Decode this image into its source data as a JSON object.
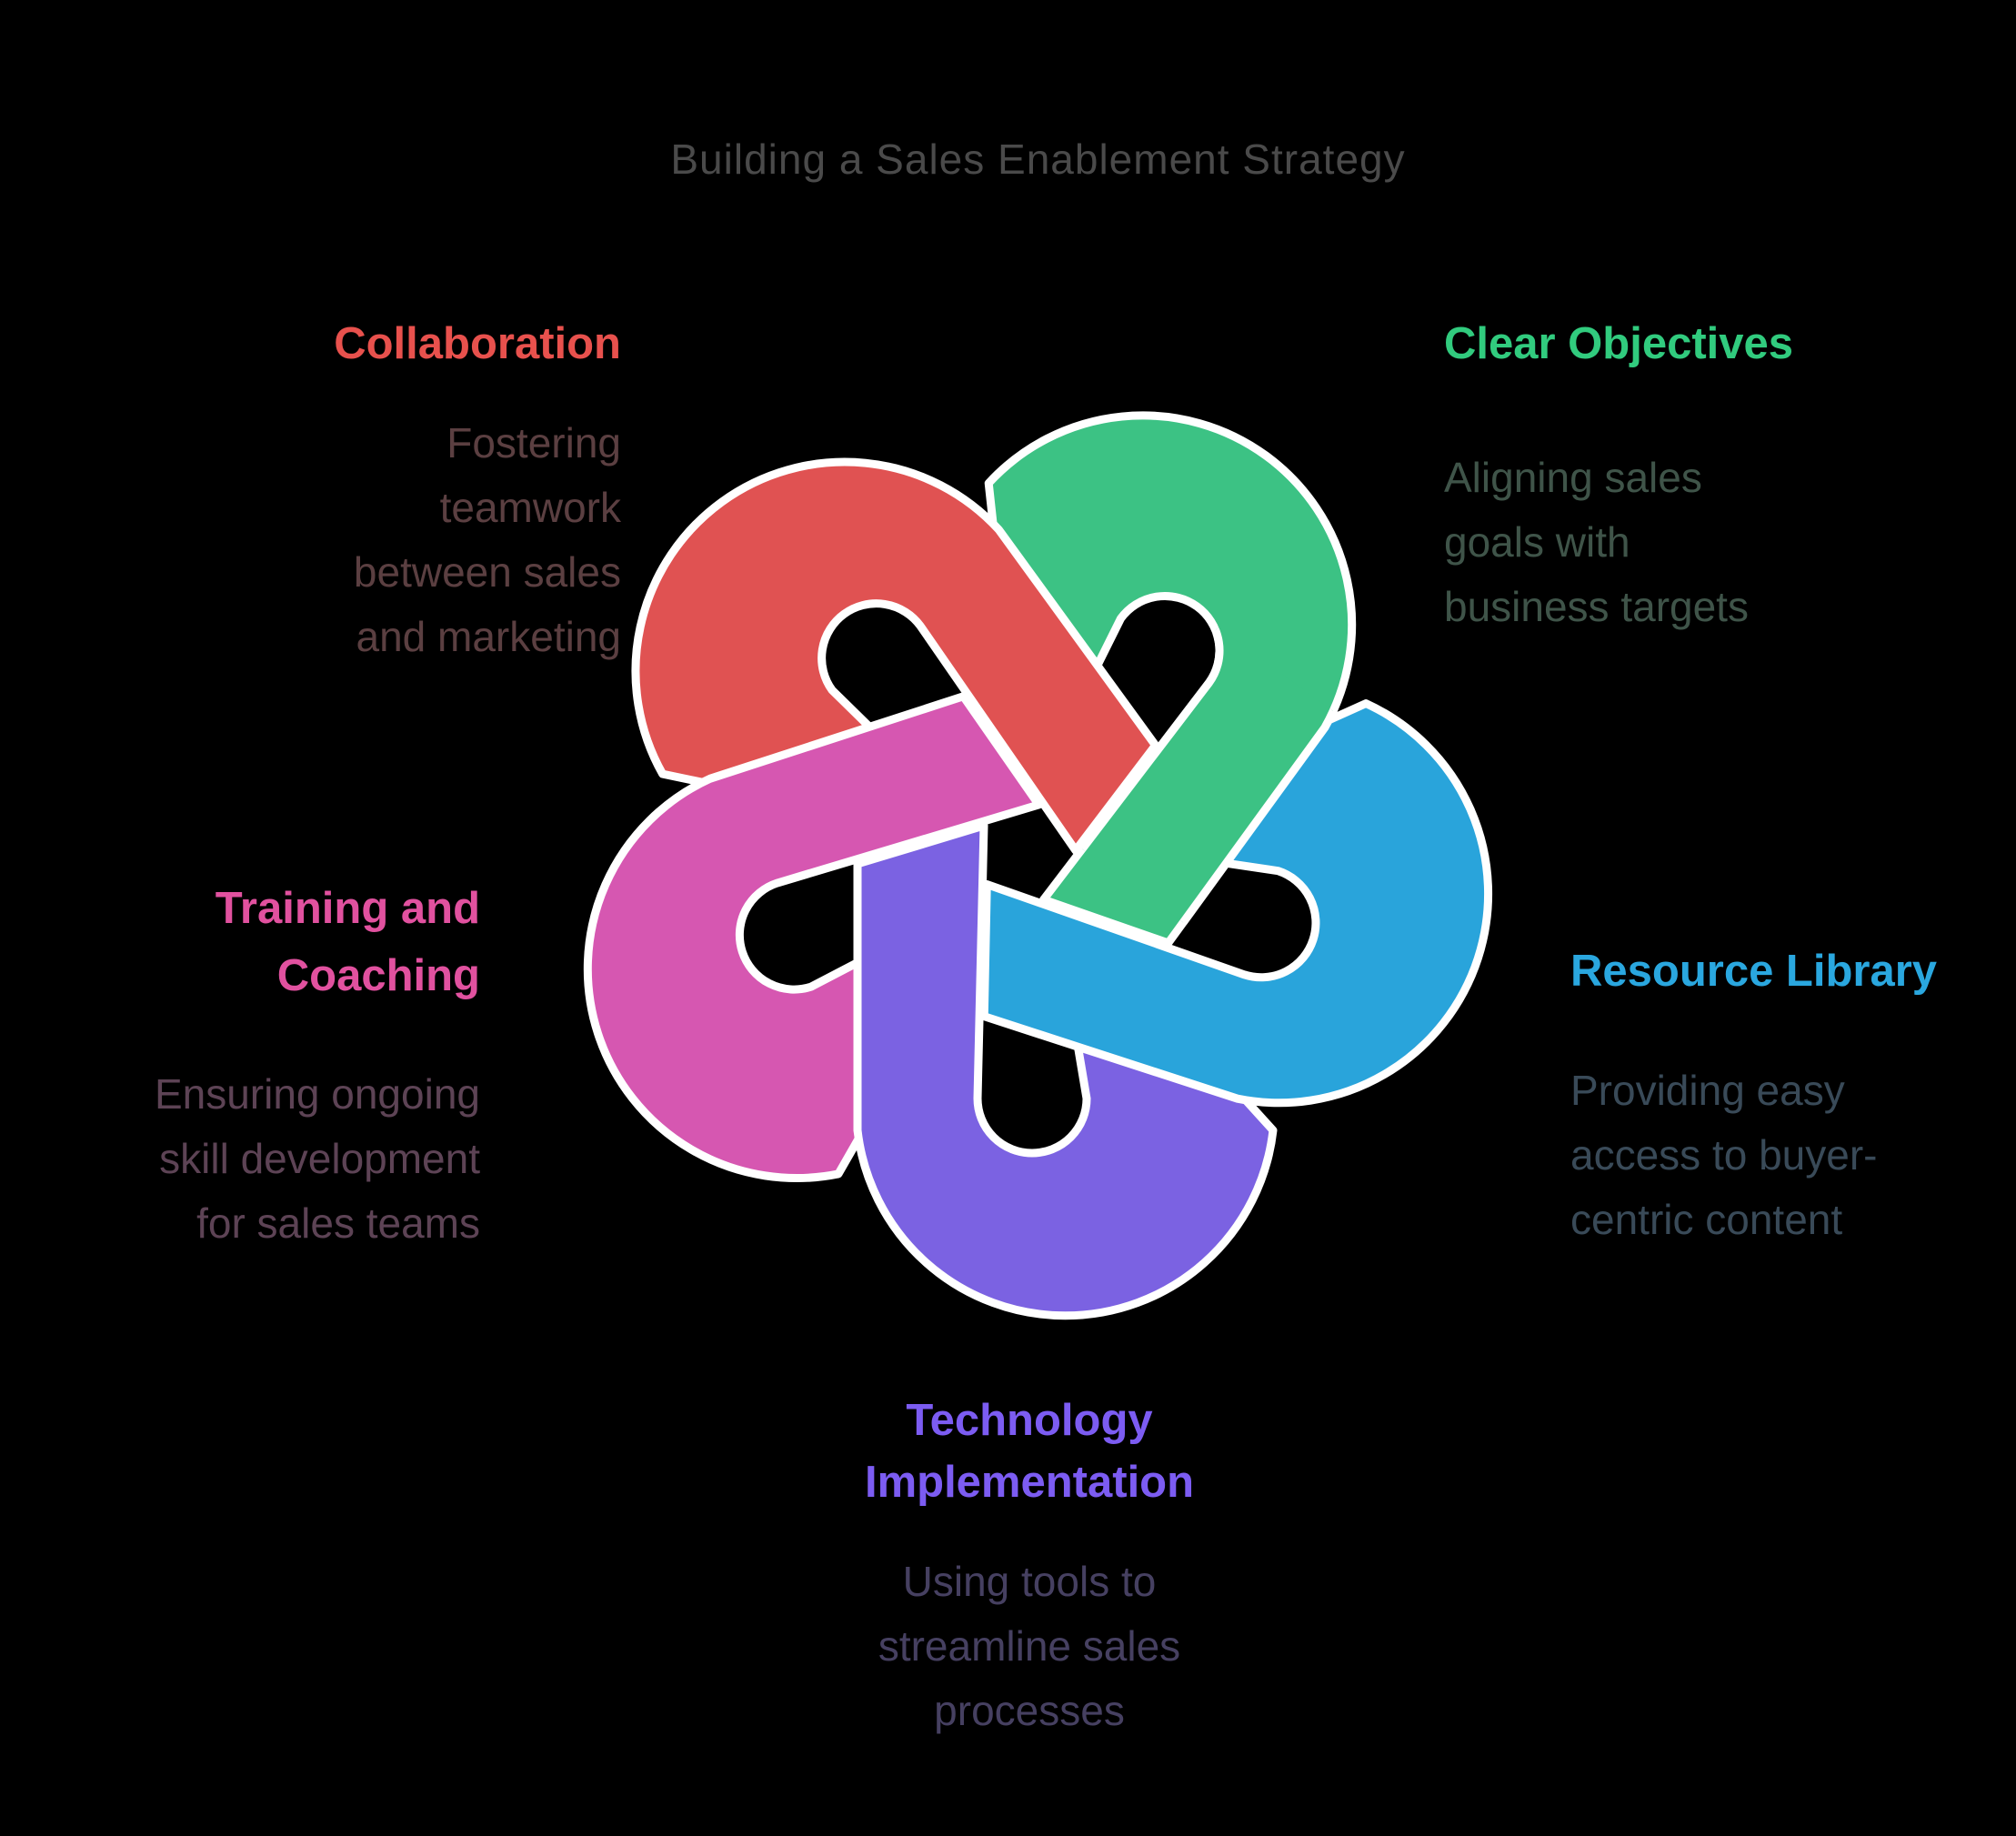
{
  "title": "Building a Sales Enablement Strategy",
  "title_color": "#4A4A4A",
  "background_color": "#000000",
  "ribbon_outline_color": "#FFFFFF",
  "nodes": [
    {
      "id": "collaboration",
      "label": "Collaboration",
      "description": "Fostering\nteamwork\nbetween sales\nand marketing",
      "heading_color": "#E8514D",
      "text_color": "#5B3F41",
      "ribbon_color": "#E05252"
    },
    {
      "id": "clear-objectives",
      "label": "Clear Objectives",
      "description": "Aligning sales\ngoals with\nbusiness targets",
      "heading_color": "#31CB7E",
      "text_color": "#3F5449",
      "ribbon_color": "#3CC284"
    },
    {
      "id": "resource-library",
      "label": "Resource Library",
      "description": "Providing easy\naccess to buyer-\ncentric content",
      "heading_color": "#2AA7DF",
      "text_color": "#394A58",
      "ribbon_color": "#29A4DB"
    },
    {
      "id": "technology-implementation",
      "label": "Technology\nImplementation",
      "description": "Using tools to\nstreamline sales\nprocesses",
      "heading_color": "#7C5CF2",
      "text_color": "#464061",
      "ribbon_color": "#7B62E2"
    },
    {
      "id": "training-and-coaching",
      "label": "Training and\nCoaching",
      "description": "Ensuring ongoing\nskill development\nfor sales teams",
      "heading_color": "#E1519F",
      "text_color": "#5D4355",
      "ribbon_color": "#D657B1"
    }
  ]
}
